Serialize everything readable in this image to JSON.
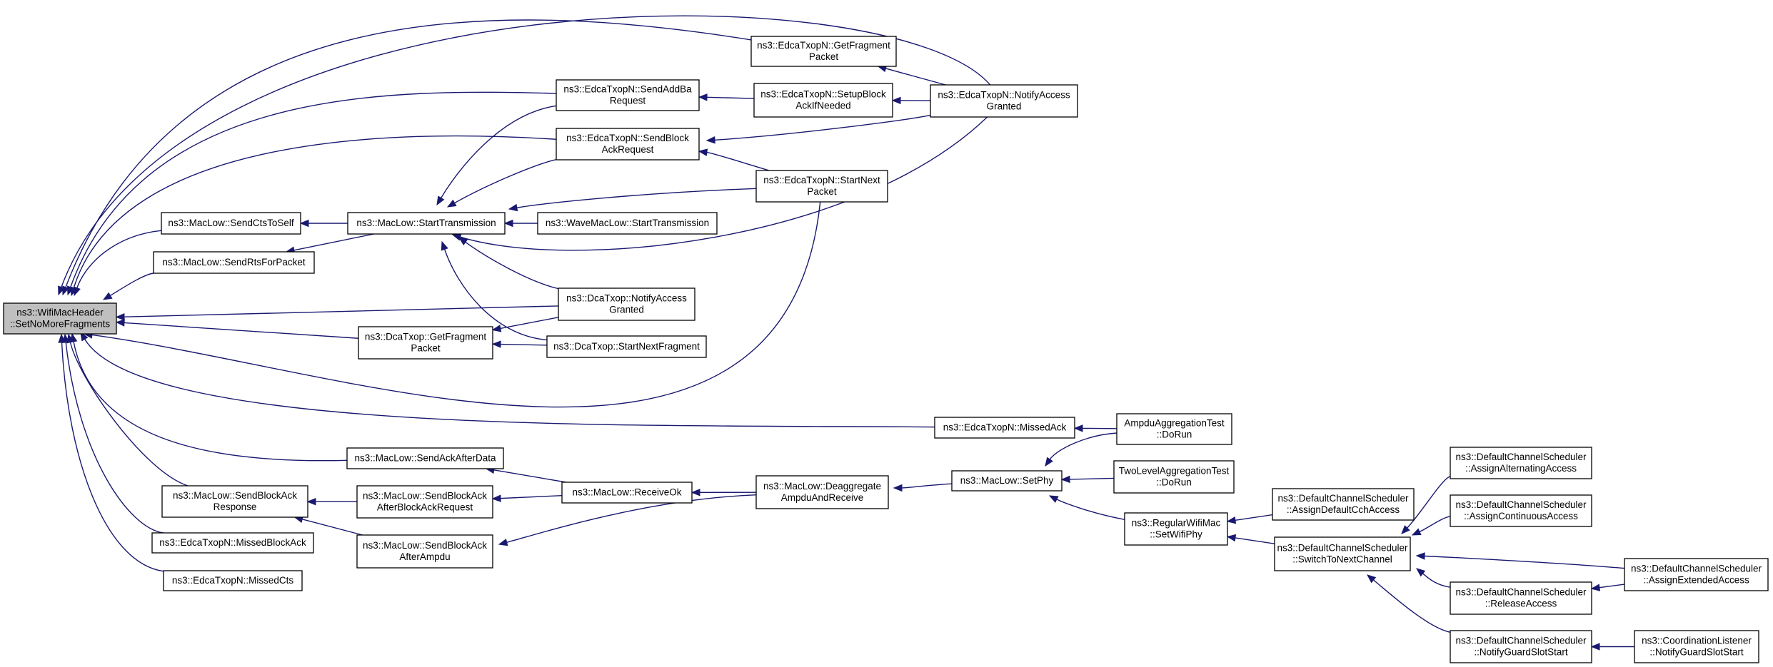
{
  "colors": {
    "edge": "#191970",
    "root_fill": "#bfbfbf",
    "node_fill": "#ffffff",
    "border": "#000000"
  },
  "nodes": [
    {
      "id": "root",
      "lines": [
        "ns3::WifiMacHeader",
        "::SetNoMoreFragments"
      ]
    },
    {
      "id": "edcaGetFragment",
      "lines": [
        "ns3::EdcaTxopN::GetFragment",
        "Packet"
      ]
    },
    {
      "id": "edcaSendAddBa",
      "lines": [
        "ns3::EdcaTxopN::SendAddBa",
        "Request"
      ]
    },
    {
      "id": "edcaSetupBlockAck",
      "lines": [
        "ns3::EdcaTxopN::SetupBlock",
        "AckIfNeeded"
      ]
    },
    {
      "id": "edcaNotifyAccess",
      "lines": [
        "ns3::EdcaTxopN::NotifyAccess",
        "Granted"
      ]
    },
    {
      "id": "edcaSendBlockAckReq",
      "lines": [
        "ns3::EdcaTxopN::SendBlock",
        "AckRequest"
      ]
    },
    {
      "id": "edcaStartNext",
      "lines": [
        "ns3::EdcaTxopN::StartNext",
        "Packet"
      ]
    },
    {
      "id": "sendCtsToSelf",
      "lines": [
        "ns3::MacLow::SendCtsToSelf"
      ]
    },
    {
      "id": "startTransmission",
      "lines": [
        "ns3::MacLow::StartTransmission"
      ]
    },
    {
      "id": "waveStartTransmission",
      "lines": [
        "ns3::WaveMacLow::StartTransmission"
      ]
    },
    {
      "id": "sendRtsForPacket",
      "lines": [
        "ns3::MacLow::SendRtsForPacket"
      ]
    },
    {
      "id": "dcaNotifyAccess",
      "lines": [
        "ns3::DcaTxop::NotifyAccess",
        "Granted"
      ]
    },
    {
      "id": "dcaGetFragment",
      "lines": [
        "ns3::DcaTxop::GetFragment",
        "Packet"
      ]
    },
    {
      "id": "dcaStartNextFragment",
      "lines": [
        "ns3::DcaTxop::StartNextFragment"
      ]
    },
    {
      "id": "edcaMissedAck",
      "lines": [
        "ns3::EdcaTxopN::MissedAck"
      ]
    },
    {
      "id": "ampduTestDoRun",
      "lines": [
        "AmpduAggregationTest",
        "::DoRun"
      ]
    },
    {
      "id": "sendAckAfterData",
      "lines": [
        "ns3::MacLow::SendAckAfterData"
      ]
    },
    {
      "id": "sendBlockAckResponse",
      "lines": [
        "ns3::MacLow::SendBlockAck",
        "Response"
      ]
    },
    {
      "id": "sendBlockAckAfterBAR",
      "lines": [
        "ns3::MacLow::SendBlockAck",
        "AfterBlockAckRequest"
      ]
    },
    {
      "id": "receiveOk",
      "lines": [
        "ns3::MacLow::ReceiveOk"
      ]
    },
    {
      "id": "deaggregate",
      "lines": [
        "ns3::MacLow::Deaggregate",
        "AmpduAndReceive"
      ]
    },
    {
      "id": "setPhy",
      "lines": [
        "ns3::MacLow::SetPhy"
      ]
    },
    {
      "id": "twoLevelDoRun",
      "lines": [
        "TwoLevelAggregationTest",
        "::DoRun"
      ]
    },
    {
      "id": "regularSetWifiPhy",
      "lines": [
        "ns3::RegularWifiMac",
        "::SetWifiPhy"
      ]
    },
    {
      "id": "assignDefaultCch",
      "lines": [
        "ns3::DefaultChannelScheduler",
        "::AssignDefaultCchAccess"
      ]
    },
    {
      "id": "switchToNextChannel",
      "lines": [
        "ns3::DefaultChannelScheduler",
        "::SwitchToNextChannel"
      ]
    },
    {
      "id": "assignAlternating",
      "lines": [
        "ns3::DefaultChannelScheduler",
        "::AssignAlternatingAccess"
      ]
    },
    {
      "id": "assignContinuous",
      "lines": [
        "ns3::DefaultChannelScheduler",
        "::AssignContinuousAccess"
      ]
    },
    {
      "id": "assignExtended",
      "lines": [
        "ns3::DefaultChannelScheduler",
        "::AssignExtendedAccess"
      ]
    },
    {
      "id": "releaseAccess",
      "lines": [
        "ns3::DefaultChannelScheduler",
        "::ReleaseAccess"
      ]
    },
    {
      "id": "notifyGuardSlotStart",
      "lines": [
        "ns3::DefaultChannelScheduler",
        "::NotifyGuardSlotStart"
      ]
    },
    {
      "id": "coordNotifyGuard",
      "lines": [
        "ns3::CoordinationListener",
        "::NotifyGuardSlotStart"
      ]
    },
    {
      "id": "edcaMissedBlockAck",
      "lines": [
        "ns3::EdcaTxopN::MissedBlockAck"
      ]
    },
    {
      "id": "sendBlockAckAfterAmpdu",
      "lines": [
        "ns3::MacLow::SendBlockAck",
        "AfterAmpdu"
      ]
    },
    {
      "id": "edcaMissedCts",
      "lines": [
        "ns3::EdcaTxopN::MissedCts"
      ]
    }
  ],
  "edges": [
    {
      "from": "edcaGetFragment",
      "to": "root"
    },
    {
      "from": "edcaSendAddBa",
      "to": "root"
    },
    {
      "from": "edcaNotifyAccess",
      "to": "root"
    },
    {
      "from": "edcaSendBlockAckReq",
      "to": "root"
    },
    {
      "from": "sendCtsToSelf",
      "to": "root"
    },
    {
      "from": "sendRtsForPacket",
      "to": "root"
    },
    {
      "from": "dcaNotifyAccess",
      "to": "root"
    },
    {
      "from": "dcaGetFragment",
      "to": "root"
    },
    {
      "from": "edcaStartNext",
      "to": "root"
    },
    {
      "from": "edcaMissedAck",
      "to": "root"
    },
    {
      "from": "sendAckAfterData",
      "to": "root"
    },
    {
      "from": "sendBlockAckResponse",
      "to": "root"
    },
    {
      "from": "edcaMissedBlockAck",
      "to": "root"
    },
    {
      "from": "edcaMissedCts",
      "to": "root"
    },
    {
      "from": "edcaNotifyAccess",
      "to": "edcaGetFragment"
    },
    {
      "from": "edcaSetupBlockAck",
      "to": "edcaSendAddBa"
    },
    {
      "from": "edcaNotifyAccess",
      "to": "edcaSetupBlockAck"
    },
    {
      "from": "edcaNotifyAccess",
      "to": "edcaSendBlockAckReq"
    },
    {
      "from": "edcaStartNext",
      "to": "edcaSendBlockAckReq"
    },
    {
      "from": "startTransmission",
      "to": "sendCtsToSelf"
    },
    {
      "from": "startTransmission",
      "to": "sendRtsForPacket"
    },
    {
      "from": "edcaSendAddBa",
      "to": "startTransmission"
    },
    {
      "from": "edcaSendBlockAckReq",
      "to": "startTransmission"
    },
    {
      "from": "edcaStartNext",
      "to": "startTransmission"
    },
    {
      "from": "waveStartTransmission",
      "to": "startTransmission"
    },
    {
      "from": "edcaNotifyAccess",
      "to": "startTransmission"
    },
    {
      "from": "dcaNotifyAccess",
      "to": "startTransmission"
    },
    {
      "from": "dcaStartNextFragment",
      "to": "startTransmission"
    },
    {
      "from": "dcaNotifyAccess",
      "to": "dcaGetFragment"
    },
    {
      "from": "dcaStartNextFragment",
      "to": "dcaGetFragment"
    },
    {
      "from": "ampduTestDoRun",
      "to": "edcaMissedAck"
    },
    {
      "from": "receiveOk",
      "to": "sendAckAfterData"
    },
    {
      "from": "sendBlockAckAfterBAR",
      "to": "sendBlockAckResponse"
    },
    {
      "from": "sendBlockAckAfterAmpdu",
      "to": "sendBlockAckResponse"
    },
    {
      "from": "receiveOk",
      "to": "sendBlockAckAfterBAR"
    },
    {
      "from": "deaggregate",
      "to": "receiveOk"
    },
    {
      "from": "deaggregate",
      "to": "sendBlockAckAfterAmpdu"
    },
    {
      "from": "setPhy",
      "to": "deaggregate"
    },
    {
      "from": "ampduTestDoRun",
      "to": "setPhy"
    },
    {
      "from": "twoLevelDoRun",
      "to": "setPhy"
    },
    {
      "from": "regularSetWifiPhy",
      "to": "setPhy"
    },
    {
      "from": "assignDefaultCch",
      "to": "regularSetWifiPhy"
    },
    {
      "from": "switchToNextChannel",
      "to": "regularSetWifiPhy"
    },
    {
      "from": "assignAlternating",
      "to": "switchToNextChannel"
    },
    {
      "from": "assignContinuous",
      "to": "switchToNextChannel"
    },
    {
      "from": "assignExtended",
      "to": "switchToNextChannel"
    },
    {
      "from": "releaseAccess",
      "to": "switchToNextChannel"
    },
    {
      "from": "notifyGuardSlotStart",
      "to": "switchToNextChannel"
    },
    {
      "from": "assignExtended",
      "to": "releaseAccess"
    },
    {
      "from": "coordNotifyGuard",
      "to": "notifyGuardSlotStart"
    }
  ]
}
